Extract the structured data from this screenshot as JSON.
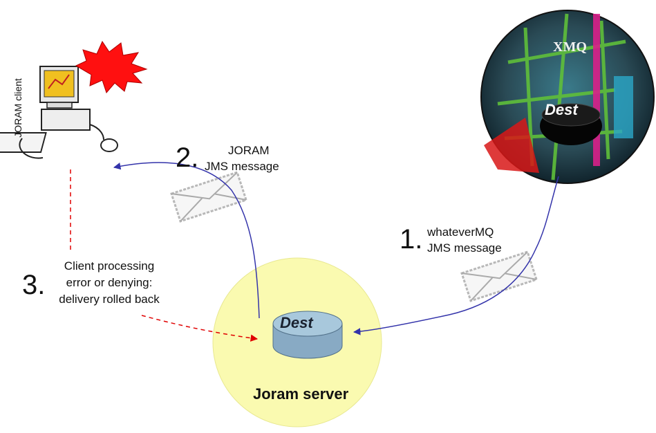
{
  "client": {
    "label": "JORAM client"
  },
  "xmq": {
    "name": "XMQ",
    "dest_label": "Dest"
  },
  "server": {
    "name": "Joram server",
    "dest_label": "Dest"
  },
  "steps": [
    {
      "number": "1.",
      "lines": [
        "whateverMQ",
        "JMS message"
      ]
    },
    {
      "number": "2.",
      "lines": [
        "JORAM",
        "JMS message"
      ]
    },
    {
      "number": "3.",
      "lines": [
        "Client processing",
        "error or denying:",
        "delivery rolled back"
      ]
    }
  ],
  "colors": {
    "server_fill": "#fafab0",
    "arrow_blue": "#3333aa",
    "arrow_red": "#e00000",
    "burst": "#ff1010",
    "dest_top": "#a8c8dc",
    "dest_body": "#88aac4"
  }
}
